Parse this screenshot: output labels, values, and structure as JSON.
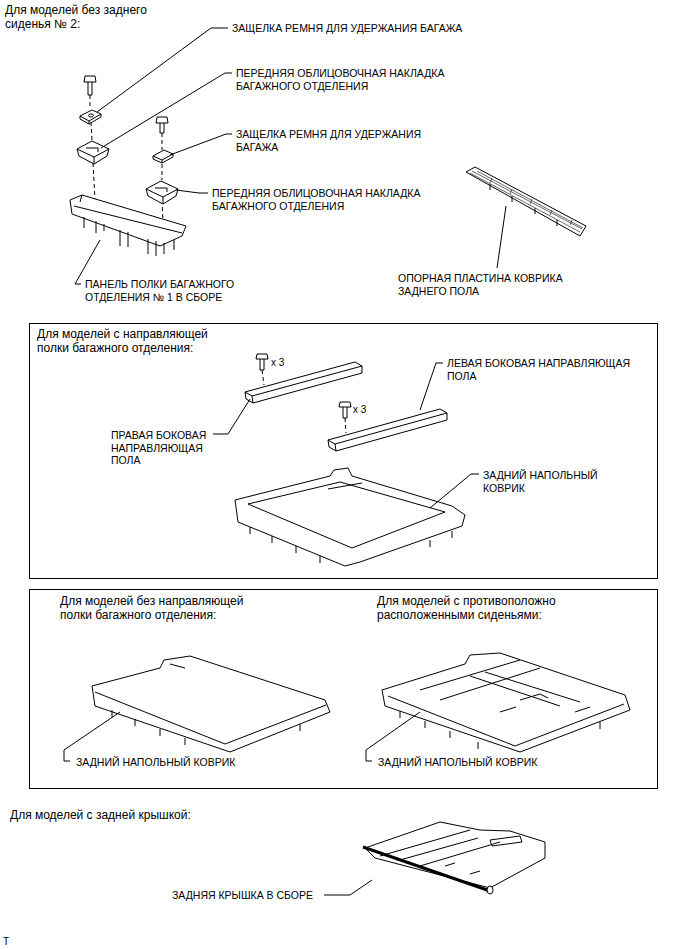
{
  "diagram": {
    "nodes": [
      {
        "text": [
          "Для моделей с направляющей полки багажного отделения:",
          "x 3",
          "x 3",
          "ЛЕВАЯ БОКОВАЯ НАПРАВЛЯЮЩАЯ ПОЛА",
          "ПРАВАЯ БОКОВАЯ НАПРАВЛЯЮЩАЯ ПОЛА",
          "ЗАДНИЙ НАПОЛЬНЫЙ КОВРИК"
        ]
      },
      {
        "text": [
          "Для моделей без направляющей полки багажного отделения:",
          "Для моделей с противоположно расположенными сиденьями:",
          "ЗАДНИЙ НАПОЛЬНЫЙ КОВРИК",
          "ЗАДНИЙ НАПОЛЬНЫЙ КОВРИК"
        ]
      }
    ],
    "labels": [
      "Для моделей без заднего сиденья № 2:",
      "ЗАЩЕЛКА РЕМНЯ ДЛЯ УДЕРЖАНИЯ БАГАЖА",
      "ПЕРЕДНЯЯ ОБЛИЦОВОЧНАЯ НАКЛАДКА БАГАЖНОГО ОТДЕЛЕНИЯ",
      "ЗАЩЕЛКА РЕМНЯ ДЛЯ УДЕРЖАНИЯ БАГАЖА",
      "ПЕРЕДНЯЯ ОБЛИЦОВОЧНАЯ НАКЛАДКА БАГАЖНОГО ОТДЕЛЕНИЯ",
      "ПАНЕЛЬ ПОЛКИ БАГАЖНОГО ОТДЕЛЕНИЯ № 1 В СБОРЕ",
      "ОПОРНАЯ ПЛАСТИНА КОВРИКА ЗАДНЕГО ПОЛА",
      "Для моделей с задней крышкой:",
      "ЗАДНЯЯ КРЫШКА В СБОРЕ",
      "T"
    ]
  }
}
